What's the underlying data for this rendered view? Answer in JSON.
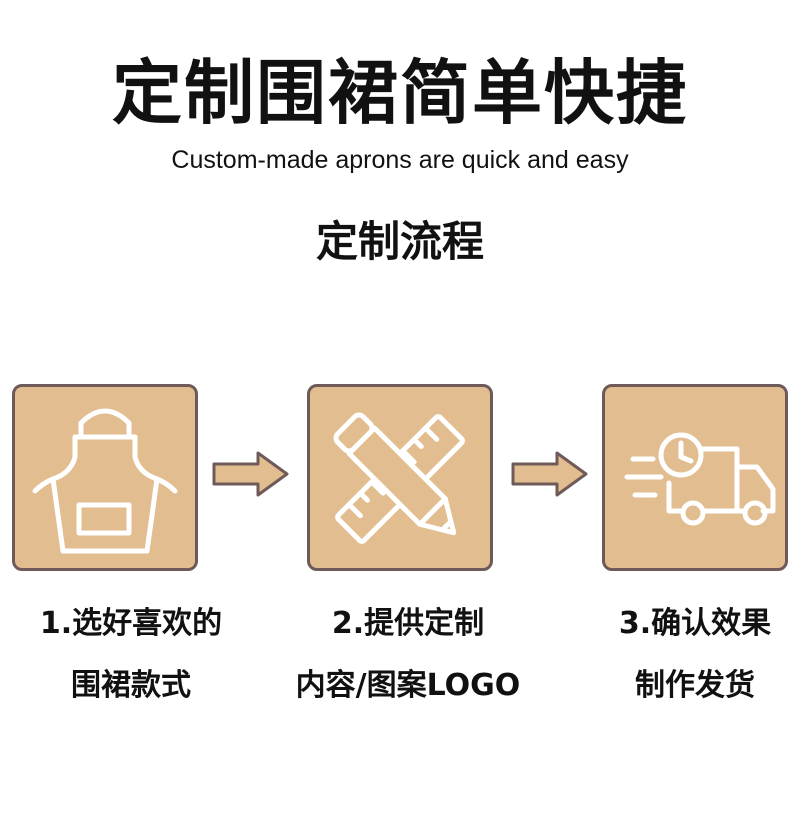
{
  "header": {
    "title": "定制围裙简单快捷",
    "subtitle": "Custom-made aprons are quick and easy"
  },
  "section": {
    "title": "定制流程"
  },
  "steps": [
    {
      "line1": "1.选好喜欢的",
      "line2": "围裙款式",
      "icon": "apron-icon"
    },
    {
      "line1": "2.提供定制",
      "line2": "内容/图案LOGO",
      "icon": "ruler-pencil-icon"
    },
    {
      "line1": "3.确认效果",
      "line2": "制作发货",
      "icon": "delivery-truck-icon"
    }
  ],
  "colors": {
    "box_fill": "#e2bd8f",
    "box_border": "#6f5a5a",
    "icon_stroke": "#ffffff",
    "text": "#111111"
  }
}
